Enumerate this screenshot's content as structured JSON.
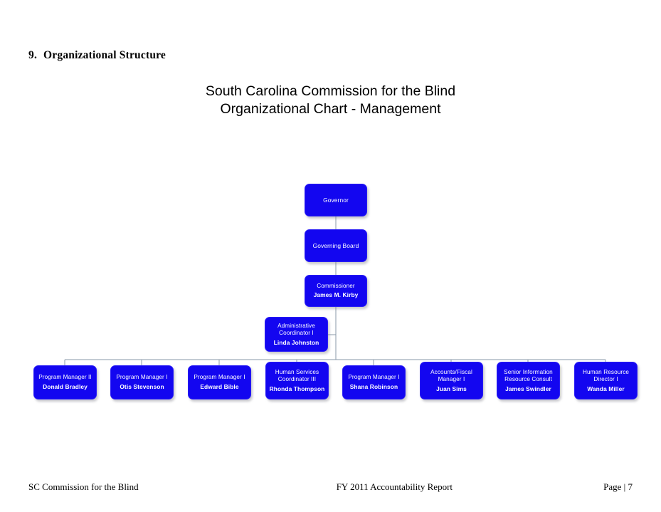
{
  "document": {
    "heading_number": "9.",
    "heading_text": "Organizational Structure"
  },
  "chart": {
    "title_line1": "South Carolina Commission for the Blind",
    "title_line2": "Organizational Chart - Management",
    "box_color": "#1306F0",
    "text_color": "#FFFFFF",
    "connector_color": "#8A99A8",
    "nodes": {
      "governor": {
        "title": "Governor",
        "person": ""
      },
      "board": {
        "title": "Governing Board",
        "person": ""
      },
      "commissioner": {
        "title": "Commissioner",
        "person": "James M. Kirby"
      },
      "admin_coord": {
        "title_line1": "Administrative",
        "title_line2": "Coordinator I",
        "person": "Linda Johnston"
      }
    },
    "managers": [
      {
        "title_line1": "Program Manager II",
        "title_line2": "",
        "person": "Donald Bradley"
      },
      {
        "title_line1": "Program Manager I",
        "title_line2": "",
        "person": "Otis Stevenson"
      },
      {
        "title_line1": "Program Manager I",
        "title_line2": "",
        "person": "Edward Bible"
      },
      {
        "title_line1": "Human Services",
        "title_line2": "Coordinator III",
        "person": "Rhonda Thompson"
      },
      {
        "title_line1": "Program Manager I",
        "title_line2": "",
        "person": "Shana Robinson"
      },
      {
        "title_line1": "Accounts/Fiscal",
        "title_line2": "Manager I",
        "person": "Juan Sims"
      },
      {
        "title_line1": "Senior Information",
        "title_line2": "Resource Consult",
        "person": "James Swindler"
      },
      {
        "title_line1": "Human Resource",
        "title_line2": "Director I",
        "person": "Wanda Miller"
      }
    ]
  },
  "footer": {
    "left": "SC Commission for the Blind",
    "center": "FY 2011 Accountability Report",
    "right": "Page | 7"
  }
}
